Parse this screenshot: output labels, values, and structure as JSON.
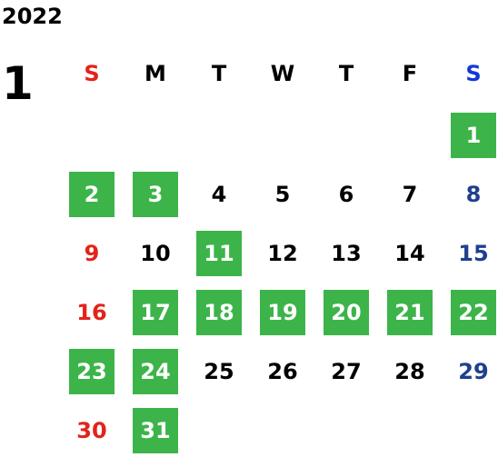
{
  "year": "2022",
  "month": "1",
  "weekdays": [
    "S",
    "M",
    "T",
    "W",
    "T",
    "F",
    "S"
  ],
  "weeks": [
    [
      null,
      null,
      null,
      null,
      null,
      null,
      "1"
    ],
    [
      "2",
      "3",
      "4",
      "5",
      "6",
      "7",
      "8"
    ],
    [
      "9",
      "10",
      "11",
      "12",
      "13",
      "14",
      "15"
    ],
    [
      "16",
      "17",
      "18",
      "19",
      "20",
      "21",
      "22"
    ],
    [
      "23",
      "24",
      "25",
      "26",
      "27",
      "28",
      "29"
    ],
    [
      "30",
      "31",
      null,
      null,
      null,
      null,
      null
    ]
  ],
  "highlighted_days": [
    "1",
    "2",
    "3",
    "11",
    "17",
    "18",
    "19",
    "20",
    "21",
    "22",
    "23",
    "24",
    "31"
  ],
  "colors": {
    "highlight": "#3cb44a",
    "sunday": "#e2231a",
    "saturday_header": "#1238d8",
    "saturday": "#1f3f8f"
  }
}
